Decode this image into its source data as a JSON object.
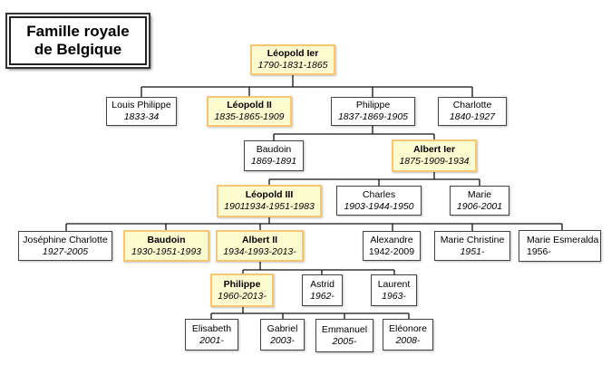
{
  "title": {
    "line1": "Famille royale",
    "line2": "de Belgique"
  },
  "people": {
    "leopold1": {
      "name": "Léopold Ier",
      "dates": "1790-1831-1865",
      "monarch": true
    },
    "louis_philippe": {
      "name": "Louis Philippe",
      "dates": "1833-34",
      "monarch": false
    },
    "leopold2": {
      "name": "Léopold II",
      "dates": "1835-1865-1909",
      "monarch": true
    },
    "philippe_count": {
      "name": "Philippe",
      "dates": "1837-1869-1905",
      "monarch": false
    },
    "charlotte": {
      "name": "Charlotte",
      "dates": "1840-1927",
      "monarch": false
    },
    "baudoin_1869": {
      "name": "Baudoin",
      "dates": "1869-1891",
      "monarch": false
    },
    "albert1": {
      "name": "Albert Ier",
      "dates": "1875-1909-1934",
      "monarch": true
    },
    "leopold3": {
      "name": "Léopold III",
      "dates": "19011934-1951-1983",
      "monarch": true
    },
    "charles": {
      "name": "Charles",
      "dates": "1903-1944-1950",
      "monarch": false
    },
    "marie": {
      "name": "Marie",
      "dates": "1906-2001",
      "monarch": false
    },
    "josephine_charlotte": {
      "name": "Joséphine Charlotte",
      "dates": "1927-2005",
      "monarch": false
    },
    "baudoin": {
      "name": "Baudoin",
      "dates": "1930-1951-1993",
      "monarch": true
    },
    "albert2": {
      "name": "Albert II",
      "dates": "1934-1993-2013-",
      "monarch": true
    },
    "alexandre": {
      "name": "Alexandre",
      "dates": "1942-2009",
      "monarch": false
    },
    "marie_christine": {
      "name": "Marie Christine",
      "dates": "1951-",
      "monarch": false
    },
    "marie_esmeralda": {
      "name": "Marie Esmeralda",
      "dates": "1956-",
      "monarch": false
    },
    "philippe": {
      "name": "Philippe",
      "dates": "1960-2013-",
      "monarch": true
    },
    "astrid": {
      "name": "Astrid",
      "dates": "1962-",
      "monarch": false
    },
    "laurent": {
      "name": "Laurent",
      "dates": "1963-",
      "monarch": false
    },
    "elisabeth": {
      "name": "Elisabeth",
      "dates": "2001-",
      "monarch": false
    },
    "gabriel": {
      "name": "Gabriel",
      "dates": "2003-",
      "monarch": false
    },
    "emmanuel": {
      "name": "Emmanuel",
      "dates": "2005-",
      "monarch": false
    },
    "eleonore": {
      "name": "Eléonore",
      "dates": "2008-",
      "monarch": false
    }
  },
  "colors": {
    "monarch_fill": "#fdfbd0",
    "monarch_border": "#f5c775",
    "default_border": "#444444"
  }
}
